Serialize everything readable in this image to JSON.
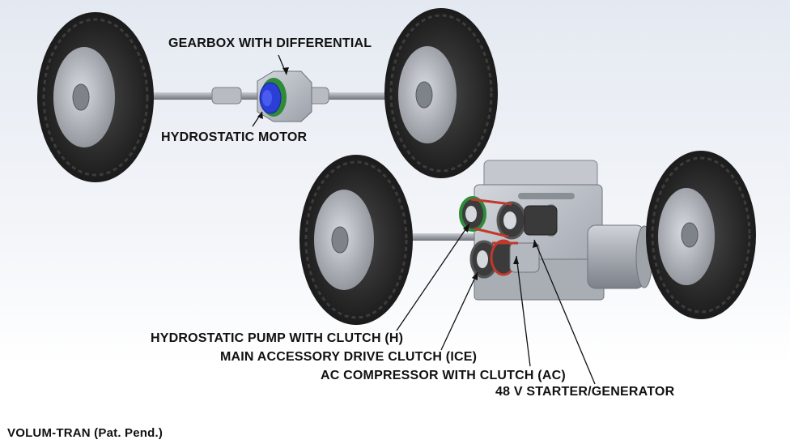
{
  "labels": {
    "gearbox": "GEARBOX WITH DIFFERENTIAL",
    "hydrostatic_motor": "HYDROSTATIC MOTOR",
    "hydrostatic_pump": "HYDROSTATIC PUMP WITH CLUTCH (H)",
    "accessory_clutch": "MAIN ACCESSORY DRIVE CLUTCH (ICE)",
    "ac_compressor": "AC COMPRESSOR WITH CLUTCH (AC)",
    "starter_generator": "48 V STARTER/GENERATOR"
  },
  "caption": "VOLUM-TRAN (Pat. Pend.)",
  "colors": {
    "tire": "#2a2a2a",
    "rim": "#a9adb4",
    "shaft": "#8e939a",
    "motor_blue": "#2b3ed6",
    "gear_green": "#2f8a3a",
    "belt_red": "#c0392b",
    "engine_block": "#b7bcc4"
  }
}
